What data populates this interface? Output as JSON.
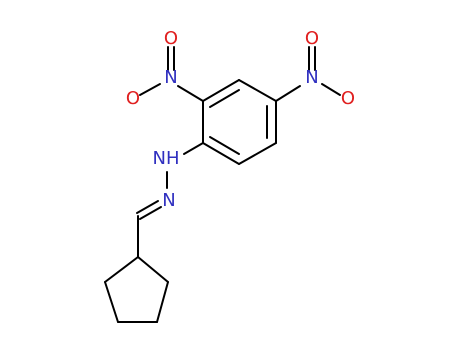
{
  "molecule": {
    "labels": {
      "nitro1_o_top": "O",
      "nitro1_n": "N",
      "nitro1_o_left": "O",
      "nitro2_o_top": "O",
      "nitro2_n": "N",
      "nitro2_o_right": "O",
      "hydrazone_nh": "NH",
      "hydrazone_n": "N"
    },
    "colors": {
      "bond": "#000000",
      "nitrogen": "#3030c0",
      "oxygen": "#e02020"
    }
  }
}
